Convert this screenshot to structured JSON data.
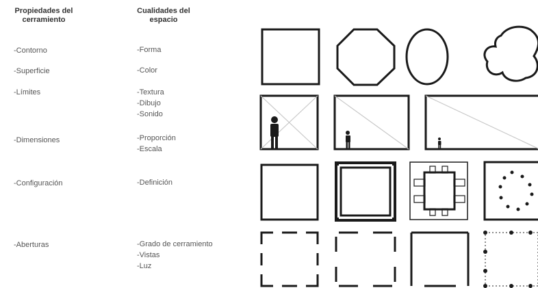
{
  "headers": {
    "propiedades": "Propiedades del cerramiento",
    "cualidades": "Cualidades del espacio"
  },
  "rows": [
    {
      "propiedad": "-Contorno",
      "cualidades": [
        "-Forma"
      ]
    },
    {
      "propiedad": "-Superficie",
      "cualidades": [
        "-Color"
      ]
    },
    {
      "propiedad": "-Límites",
      "cualidades": [
        "-Textura",
        "-Dibujo",
        "-Sonido"
      ]
    },
    {
      "propiedad": "-Dimensiones",
      "cualidades": [
        "-Proporción",
        "-Escala"
      ]
    },
    {
      "propiedad": "-Configuración",
      "cualidades": [
        "-Definición"
      ]
    },
    {
      "propiedad": "-Aberturas",
      "cualidades": [
        "-Grado de cerramiento",
        "-Vistas",
        "-Luz"
      ]
    }
  ],
  "colors": {
    "stroke": "#1a1a1a",
    "text": "#555555",
    "diagonal": "#c8c8c8"
  },
  "figures": {
    "row1": [
      "square-icon",
      "octagon-icon",
      "circle-icon",
      "blob-icon"
    ],
    "row2": [
      "room-scale-small-icon",
      "room-scale-medium-icon",
      "room-scale-large-icon"
    ],
    "row3": [
      "solid-square-icon",
      "double-wall-square-icon",
      "articulated-square-icon",
      "dotted-column-square-icon"
    ],
    "row4": [
      "corner-openings-icon",
      "center-openings-icon",
      "side-openings-icon",
      "columns-only-icon"
    ]
  }
}
